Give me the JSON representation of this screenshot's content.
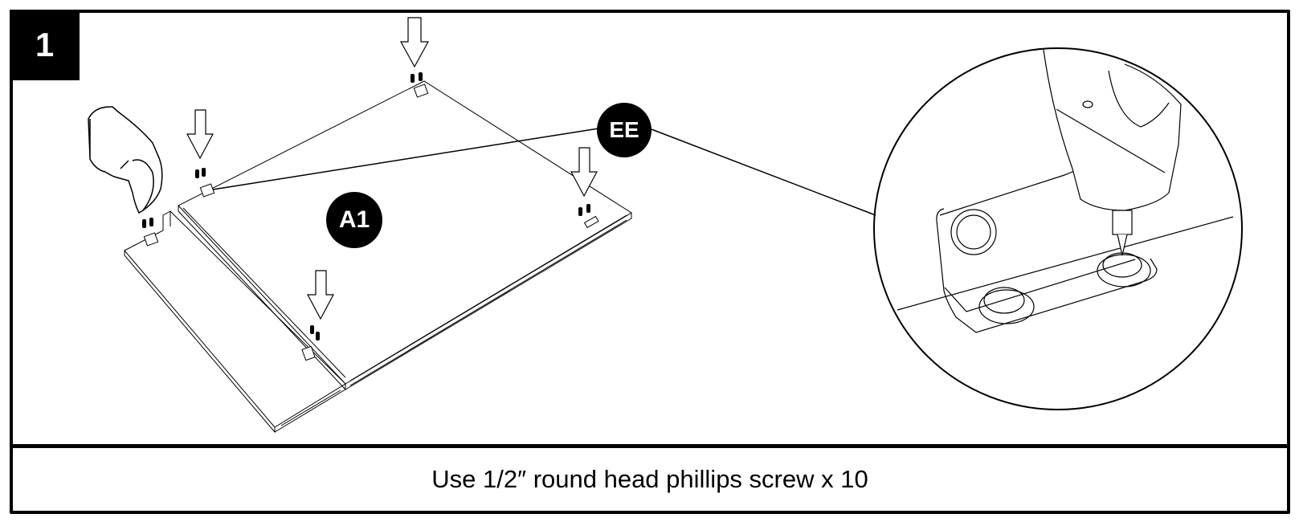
{
  "step": {
    "number": "1"
  },
  "labels": {
    "panel_part": "A1",
    "hardware_part": "EE"
  },
  "caption": {
    "text": "Use 1/2″ round head phillips screw x 10"
  },
  "illustration": {
    "screw_pairs": 5,
    "arrows": 4,
    "tool": "power-drill",
    "detail_view": "bracket-screw-closeup"
  },
  "colors": {
    "ink": "#000000",
    "paper": "#ffffff"
  }
}
